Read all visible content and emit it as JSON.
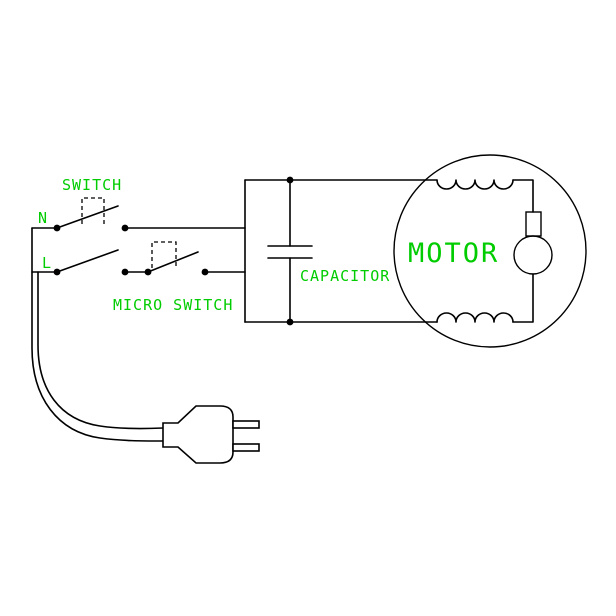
{
  "diagram": {
    "labels": {
      "switch": "SWITCH",
      "terminal_n": "N",
      "terminal_l": "L",
      "micro_switch": "MICRO SWITCH",
      "capacitor": "CAPACITOR",
      "motor": "MOTOR"
    },
    "colors": {
      "label": "#00cc00",
      "line": "#000000",
      "background": "#ffffff"
    },
    "components": [
      "power-plug",
      "power-cable",
      "main-switch-double-pole",
      "micro-switch",
      "capacitor",
      "motor-with-windings"
    ]
  }
}
